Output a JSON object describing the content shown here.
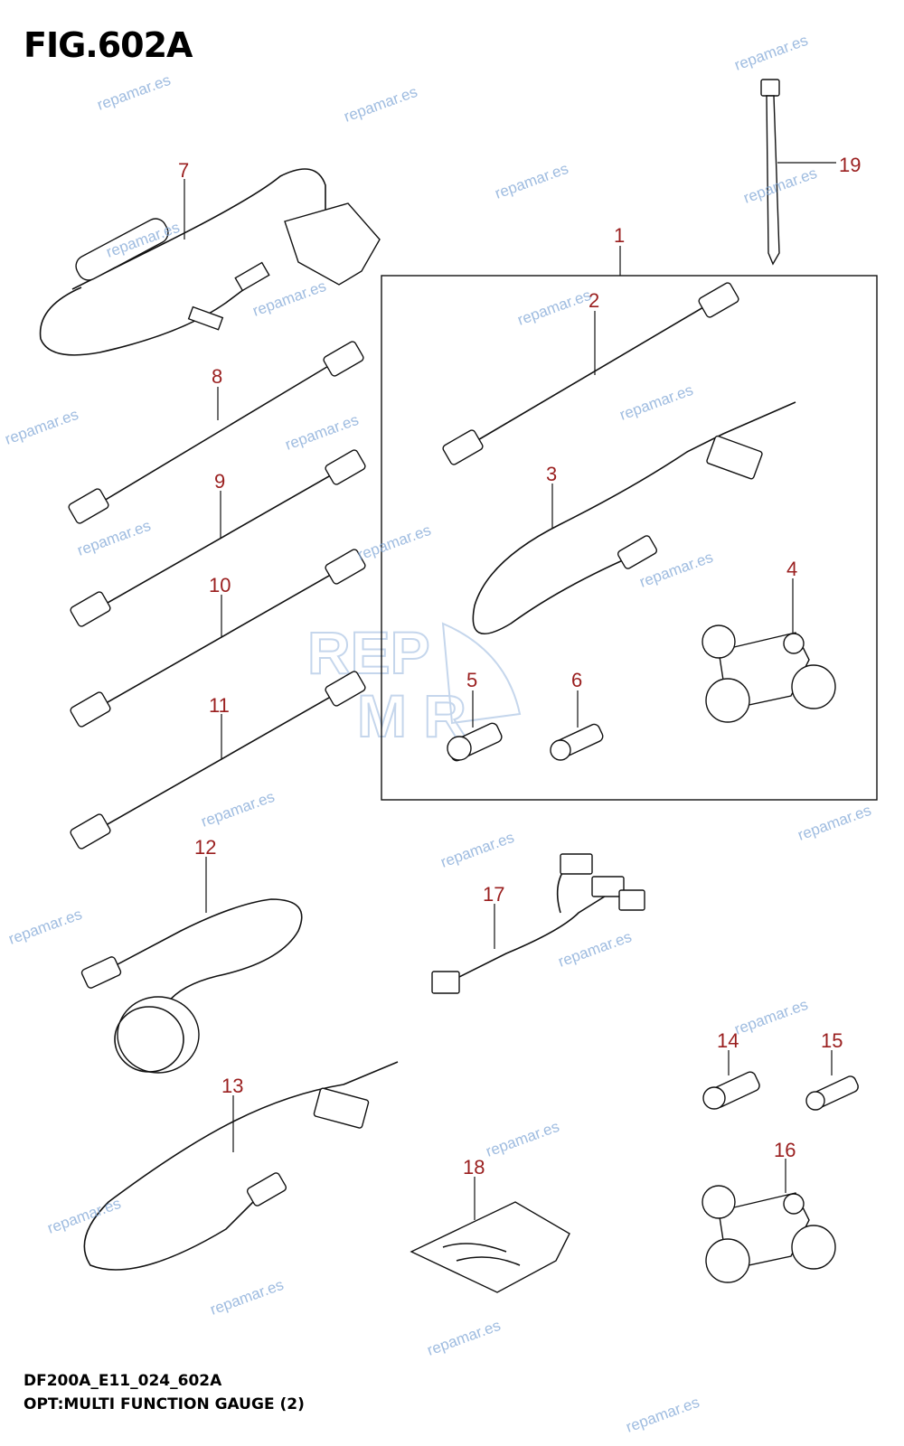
{
  "figure": {
    "title": "FIG.602A",
    "model_code": "DF200A_E11_024_602A",
    "caption": "OPT:MULTI FUNCTION GAUGE (2)"
  },
  "callouts": [
    "1",
    "2",
    "3",
    "4",
    "5",
    "6",
    "7",
    "8",
    "9",
    "10",
    "11",
    "12",
    "13",
    "14",
    "15",
    "16",
    "17",
    "18",
    "19"
  ],
  "watermark": {
    "text": "repamar.es",
    "logo_text": "REPMAR"
  },
  "colors": {
    "callout": "#9a1f1f",
    "watermark": "#7fa6d6",
    "line": "#111111"
  }
}
